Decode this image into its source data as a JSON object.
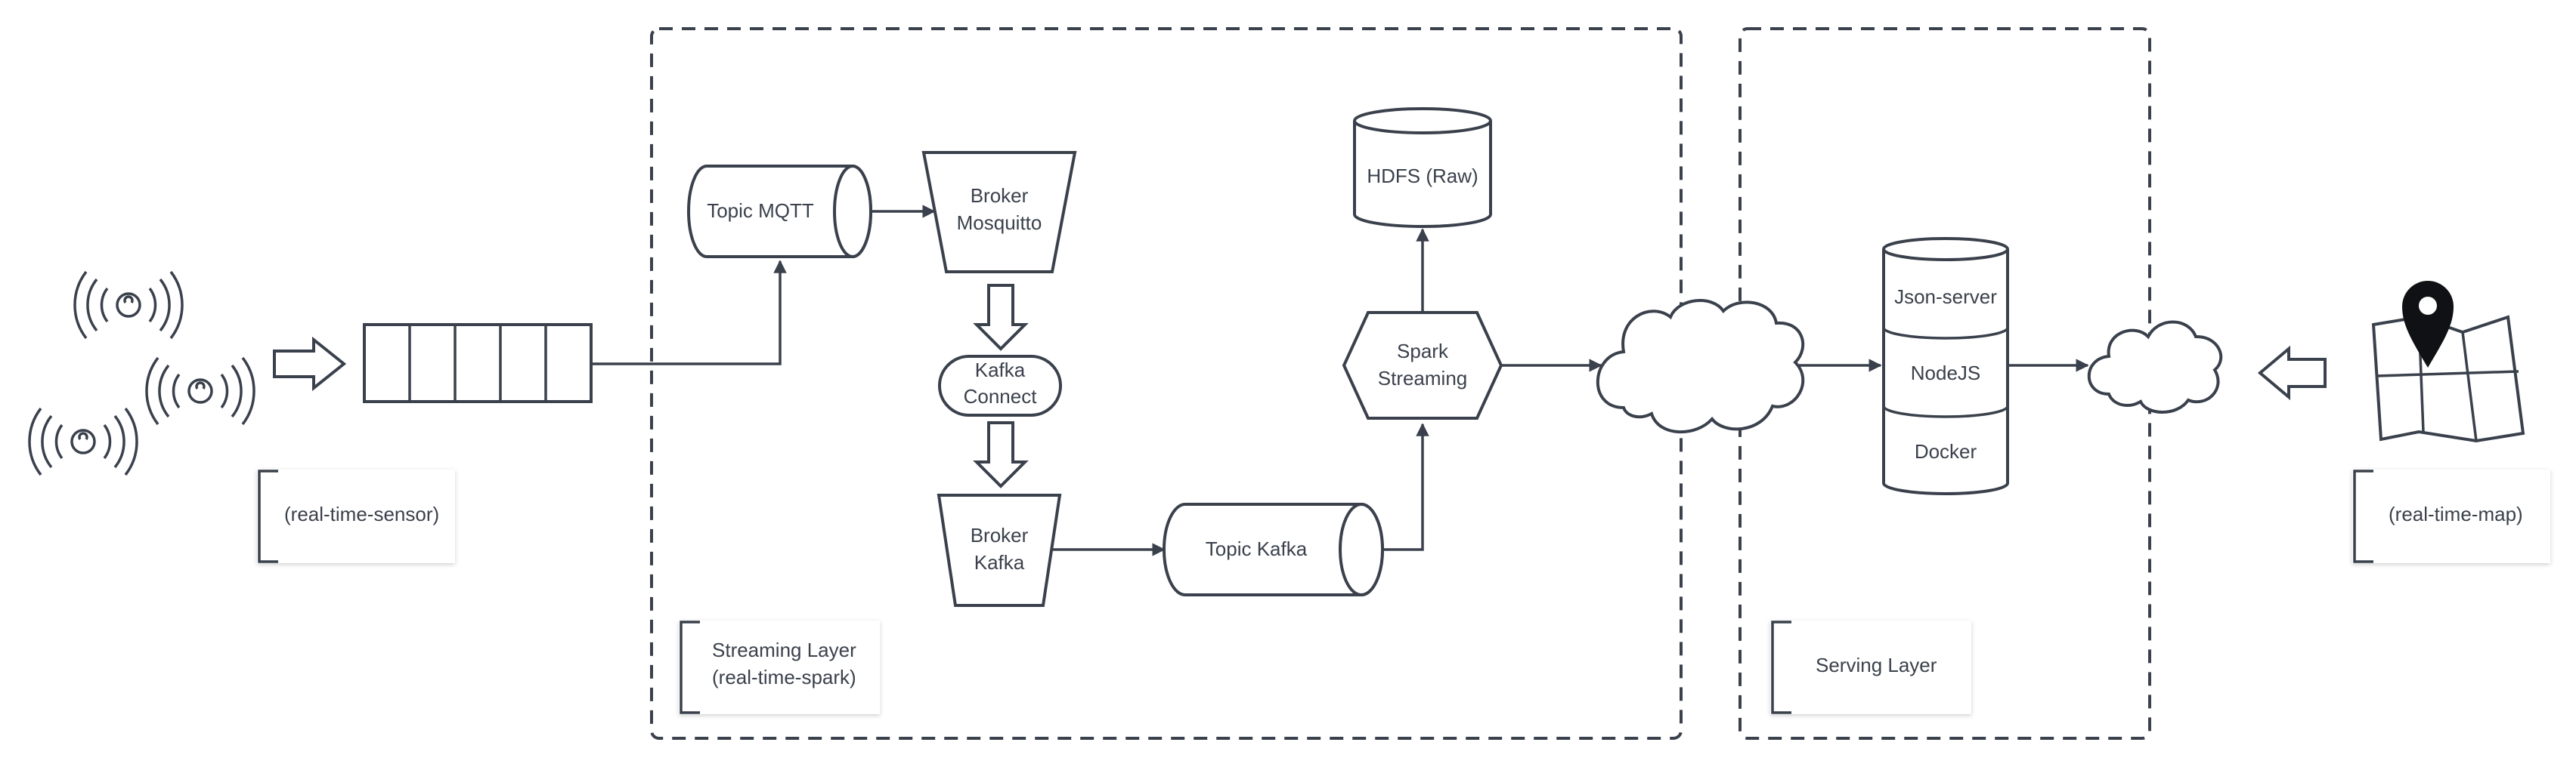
{
  "nodes": {
    "topic_mqtt": "Topic MQTT",
    "broker_mosquitto": [
      "Broker",
      "Mosquitto"
    ],
    "kafka_connect": [
      "Kafka",
      "Connect"
    ],
    "broker_kafka": [
      "Broker",
      "Kafka"
    ],
    "topic_kafka": "Topic Kafka",
    "hdfs": "HDFS (Raw)",
    "spark_streaming": [
      "Spark",
      "Streaming"
    ],
    "json_server": "Json-server",
    "nodejs": "NodeJS",
    "docker": "Docker"
  },
  "notes": {
    "real_time_sensor": "(real-time-sensor)",
    "streaming_layer": [
      "Streaming Layer",
      "(real-time-spark)"
    ],
    "serving_layer": "Serving Layer",
    "real_time_map": "(real-time-map)"
  },
  "icons": [
    "sensor-icon",
    "sensor-icon",
    "sensor-icon",
    "map-pin-icon",
    "cloud-icon"
  ],
  "colors": {
    "stroke": "#3a414c",
    "background": "#ffffff"
  }
}
